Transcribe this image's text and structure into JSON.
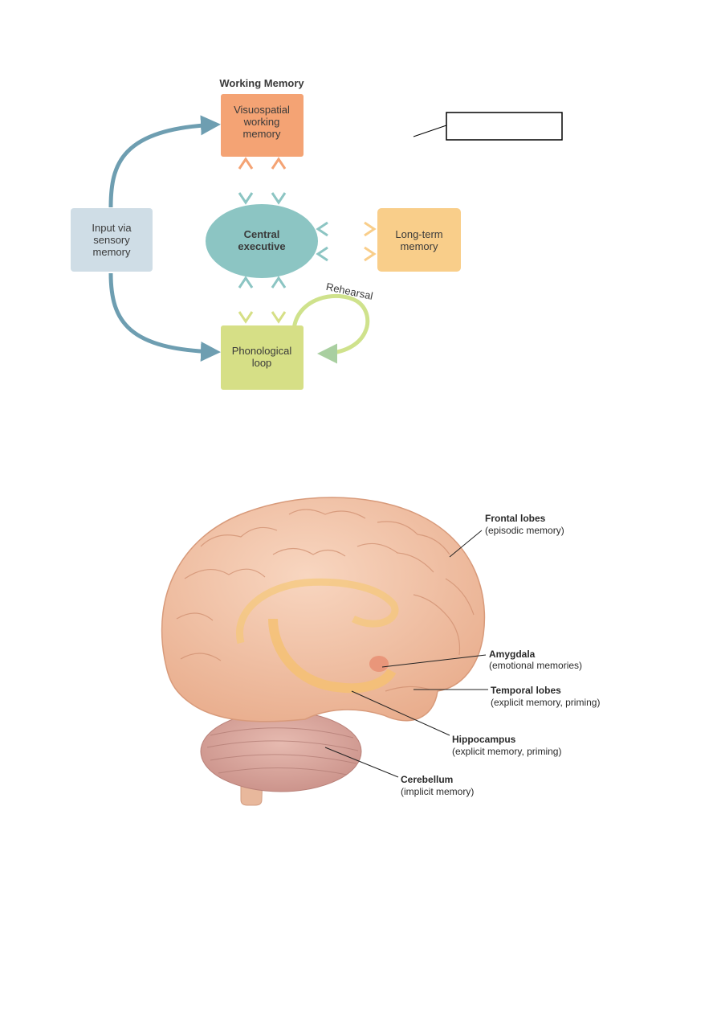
{
  "working_memory": {
    "title": "Working Memory",
    "visuospatial": [
      "Visuospatial",
      "working",
      "memory"
    ],
    "central_executive": [
      "Central",
      "executive"
    ],
    "long_term": [
      "Long-term",
      "memory"
    ],
    "input": [
      "Input via",
      "sensory",
      "memory"
    ],
    "phonological": [
      "Phonological",
      "loop"
    ],
    "rehearsal": "Rehearsal"
  },
  "brain": {
    "frontal": {
      "name": "Frontal lobes",
      "desc": "(episodic memory)"
    },
    "amygdala": {
      "name": "Amygdala",
      "desc": "(emotional memories)"
    },
    "temporal": {
      "name": "Temporal lobes",
      "desc": "(explicit memory, priming)"
    },
    "hippocampus": {
      "name": "Hippocampus",
      "desc": "(explicit memory, priming)"
    },
    "cerebellum": {
      "name": "Cerebellum",
      "desc": "(implicit memory)"
    }
  },
  "colors": {
    "visuospatial": "#F4A374",
    "central": "#8CC5C3",
    "long_term": "#F9CE8A",
    "input": "#CFDDE6",
    "phonological": "#D6DF86",
    "arrow_blue": "#6E9EB1",
    "brain_skin": "#F2C4A8",
    "cerebellum": "#D8A8A0"
  }
}
